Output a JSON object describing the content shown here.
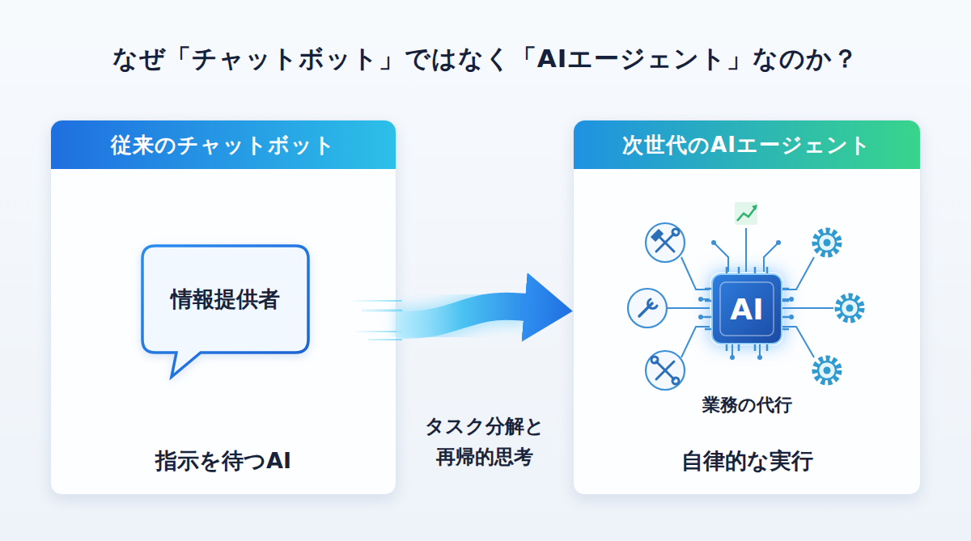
{
  "diagram": {
    "title": "なぜ「チャットボット」ではなく「AIエージェント」なのか？",
    "nodes": [
      {
        "text": [
          "従来のチャットボット",
          "指示を待つAI"
        ]
      },
      {
        "text": [
          "情報提供者"
        ],
        "in": 0
      },
      {
        "text": [
          "次世代のAIエージェント",
          "業務の代行",
          "自律的な実行"
        ]
      },
      {
        "text": [
          "AI"
        ],
        "in": 2
      }
    ],
    "edges": [
      {
        "from": 0,
        "to": 2,
        "arrow": "to",
        "label": "タスク分解と 再帰的思考"
      }
    ]
  }
}
